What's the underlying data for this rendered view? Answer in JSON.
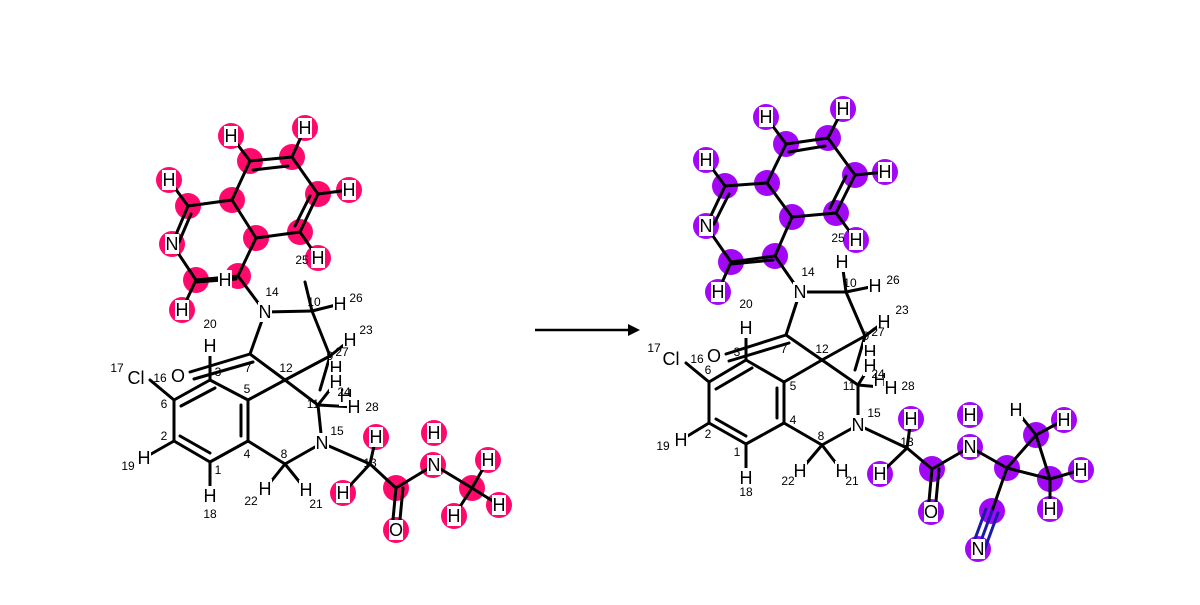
{
  "diagram": {
    "colors": {
      "reactant_highlight": "#ff0a6c",
      "product_highlight": "#a208f5",
      "bond": "#000000",
      "nitrile_bond": "#1a1aa8",
      "background": "#ffffff"
    },
    "reactant": {
      "labels": [
        {
          "text": "N"
        },
        {
          "text": "N",
          "index": "14"
        },
        {
          "text": "N",
          "index": "15"
        },
        {
          "text": "N"
        },
        {
          "text": "O"
        },
        {
          "text": "O"
        },
        {
          "text": "Cl",
          "index": "16"
        },
        {
          "text": "H"
        },
        {
          "text": "H"
        },
        {
          "text": "H"
        },
        {
          "text": "H"
        },
        {
          "text": "H"
        },
        {
          "text": "H"
        },
        {
          "text": "H",
          "index": "25"
        },
        {
          "text": "H",
          "index": "26"
        },
        {
          "text": "H",
          "index": "23"
        },
        {
          "text": "H",
          "index": "27"
        },
        {
          "text": "H"
        },
        {
          "text": "H",
          "index": "24"
        },
        {
          "text": "H",
          "index": "28"
        },
        {
          "text": "H",
          "index": "20"
        },
        {
          "text": "H",
          "index": "19"
        },
        {
          "text": "H",
          "index": "18"
        },
        {
          "text": "H",
          "index": "22"
        },
        {
          "text": "H",
          "index": "21"
        },
        {
          "text": "H"
        },
        {
          "text": "H"
        },
        {
          "text": "H"
        },
        {
          "text": "H"
        },
        {
          "text": "H"
        },
        {
          "text": "H"
        }
      ],
      "atom_numbers": [
        "1",
        "2",
        "3",
        "4",
        "5",
        "6",
        "7",
        "8",
        "9",
        "10",
        "11",
        "12",
        "13",
        "17"
      ]
    },
    "product": {
      "labels": [
        {
          "text": "N"
        },
        {
          "text": "N",
          "index": "14"
        },
        {
          "text": "N",
          "index": "15"
        },
        {
          "text": "N"
        },
        {
          "text": "N"
        },
        {
          "text": "O"
        },
        {
          "text": "O"
        },
        {
          "text": "Cl",
          "index": "16"
        },
        {
          "text": "H"
        },
        {
          "text": "H"
        },
        {
          "text": "H"
        },
        {
          "text": "H"
        },
        {
          "text": "H"
        },
        {
          "text": "H"
        },
        {
          "text": "H",
          "index": "25"
        },
        {
          "text": "H",
          "index": "26"
        },
        {
          "text": "H",
          "index": "23"
        },
        {
          "text": "H",
          "index": "27"
        },
        {
          "text": "H"
        },
        {
          "text": "H",
          "index": "24"
        },
        {
          "text": "H",
          "index": "28"
        },
        {
          "text": "H",
          "index": "20"
        },
        {
          "text": "H",
          "index": "19"
        },
        {
          "text": "H",
          "index": "18"
        },
        {
          "text": "H",
          "index": "22"
        },
        {
          "text": "H",
          "index": "21"
        },
        {
          "text": "H"
        },
        {
          "text": "H"
        },
        {
          "text": "H"
        },
        {
          "text": "H"
        },
        {
          "text": "H"
        },
        {
          "text": "H"
        },
        {
          "text": "H"
        }
      ],
      "atom_numbers": [
        "1",
        "2",
        "3",
        "4",
        "5",
        "6",
        "7",
        "8",
        "9",
        "10",
        "11",
        "12",
        "13",
        "17"
      ]
    }
  }
}
